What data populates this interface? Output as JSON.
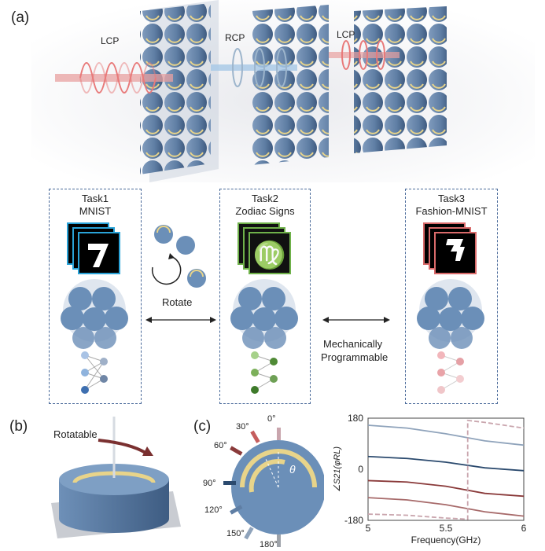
{
  "panels": {
    "a": "(a)",
    "b": "(b)",
    "c": "(c)"
  },
  "top_scene": {
    "lcp_left": "LCP",
    "rcp": "RCP",
    "lcp_right": "LCP"
  },
  "tasks": [
    {
      "line1": "Task1",
      "line2": "MNIST",
      "accent": "#2aa3d8",
      "node_color": "#8fb3dd"
    },
    {
      "line1": "Task2",
      "line2": "Zodiac Signs",
      "accent": "#6fb14a",
      "node_color": "#7cb05a"
    },
    {
      "line1": "Task3",
      "line2": "Fashion-MNIST",
      "accent": "#d96a6a",
      "node_color": "#e9a3a8"
    }
  ],
  "rotate_label": "Rotate",
  "mech_label_1": "Mechanically",
  "mech_label_2": "Programmable",
  "panel_b": {
    "rotatable": "Rotatable"
  },
  "panel_c": {
    "theta": "θ",
    "angles": [
      "0°",
      "30°",
      "60°",
      "90°",
      "120°",
      "150°",
      "180°"
    ]
  },
  "colors": {
    "disk": "#6b8fb8",
    "gold": "#e8d48a",
    "border": "#4a6a9a"
  },
  "chart_data": {
    "type": "line",
    "xlabel": "Frequency(GHz)",
    "ylabel": "∠S21(φRL)",
    "xlim": [
      5,
      6
    ],
    "ylim": [
      -180,
      180
    ],
    "xticks": [
      "5",
      "5.5",
      "6"
    ],
    "yticks": [
      "180",
      "0",
      "-180"
    ],
    "series": [
      {
        "color": "#8fa3bb",
        "x": [
          5,
          5.25,
          5.5,
          5.75,
          6
        ],
        "y": [
          155,
          145,
          125,
          100,
          85
        ]
      },
      {
        "color": "#2b4a6e",
        "x": [
          5,
          5.25,
          5.5,
          5.75,
          6
        ],
        "y": [
          45,
          38,
          25,
          5,
          -5
        ]
      },
      {
        "color": "#8a3a3a",
        "x": [
          5,
          5.25,
          5.5,
          5.75,
          6
        ],
        "y": [
          -40,
          -45,
          -60,
          -85,
          -95
        ]
      },
      {
        "color": "#a76a6a",
        "x": [
          5,
          5.25,
          5.5,
          5.75,
          6
        ],
        "y": [
          -100,
          -108,
          -125,
          -150,
          -165
        ]
      },
      {
        "color": "#c9a5ad",
        "dashed": true,
        "x": [
          5,
          5.25,
          5.5,
          5.64,
          5.64,
          5.75,
          6
        ],
        "y": [
          -158,
          -162,
          -172,
          -176,
          172,
          165,
          145
        ]
      }
    ]
  }
}
